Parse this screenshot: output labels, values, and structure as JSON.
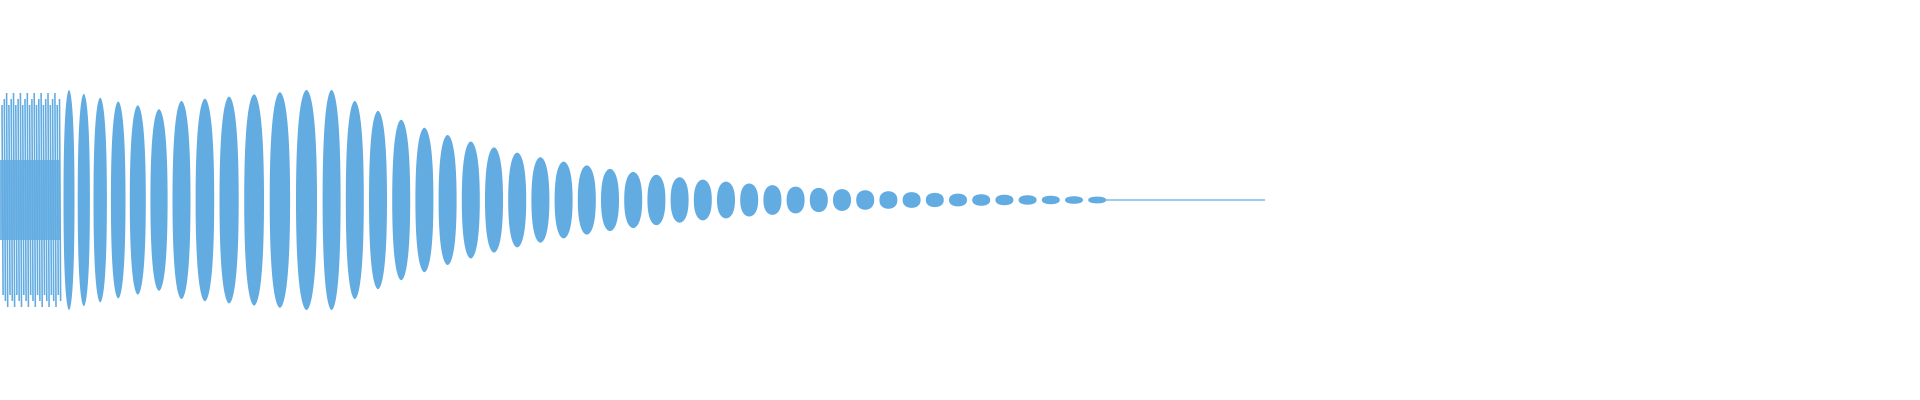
{
  "waveform": {
    "color": "#62ace2",
    "background": "#ffffff",
    "peak_amplitude_fraction": 1.0,
    "tail_amplitude_fraction": 0.01,
    "lobes": 46
  }
}
